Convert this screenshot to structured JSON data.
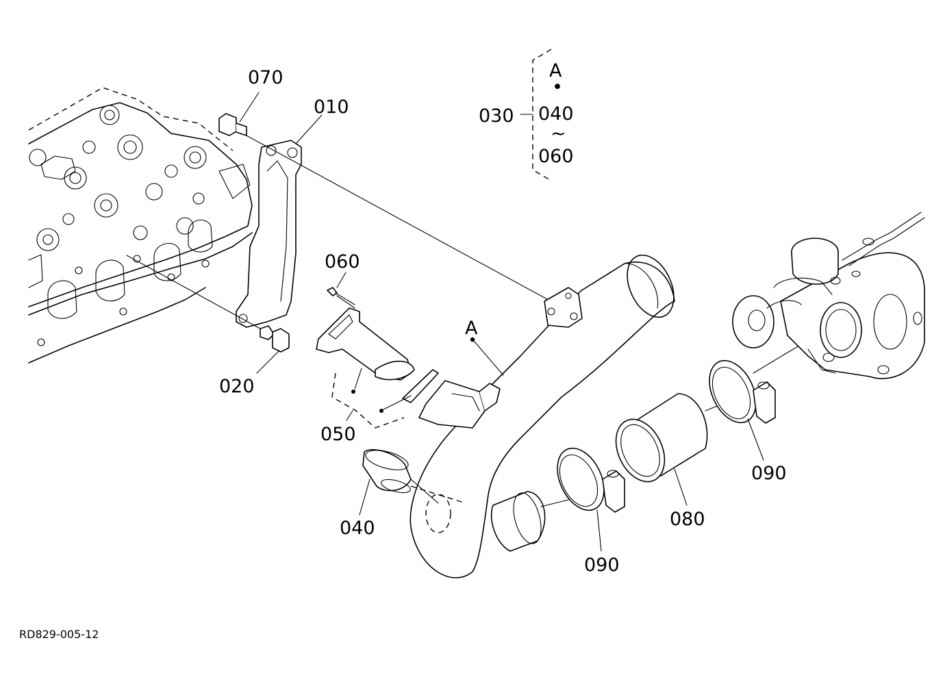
{
  "diagram": {
    "reference_code": "RD829-005-12",
    "callouts": {
      "p010": "010",
      "p020": "020",
      "p030": "030",
      "p040": "040",
      "p050": "050",
      "p060": "060",
      "p070": "070",
      "p080": "080",
      "p090a": "090",
      "p090b": "090",
      "markerA": "A"
    },
    "kit_bracket": {
      "lines": [
        "A",
        "•",
        "040",
        "~",
        "060"
      ]
    }
  }
}
